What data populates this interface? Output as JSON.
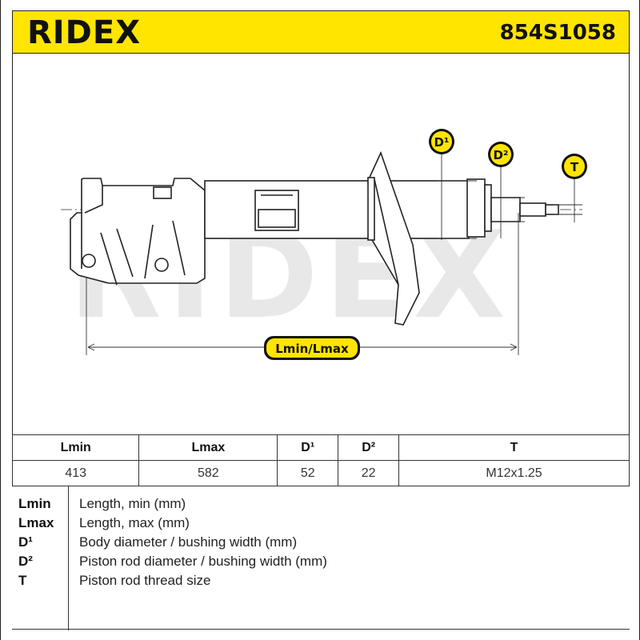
{
  "header": {
    "brand": "RIDEX",
    "part_number": "854S1058"
  },
  "diagram": {
    "watermark": "RIDEX",
    "labels": {
      "d1": "D¹",
      "d2": "D²",
      "t": "T",
      "length": "Lmin/Lmax"
    },
    "colors": {
      "accent": "#ffe500",
      "line": "#222222",
      "watermark": "#e6e6e6"
    }
  },
  "spec_table": {
    "headers": [
      "Lmin",
      "Lmax",
      "D¹",
      "D²",
      "T"
    ],
    "values": [
      "413",
      "582",
      "52",
      "22",
      "M12x1.25"
    ]
  },
  "legend": [
    {
      "key": "Lmin",
      "text": "Length, min (mm)"
    },
    {
      "key": "Lmax",
      "text": "Length, max (mm)"
    },
    {
      "key": "D¹",
      "text": "Body diameter / bushing width (mm)"
    },
    {
      "key": "D²",
      "text": "Piston rod diameter / bushing width (mm)"
    },
    {
      "key": "T",
      "text": "Piston rod thread size"
    }
  ]
}
